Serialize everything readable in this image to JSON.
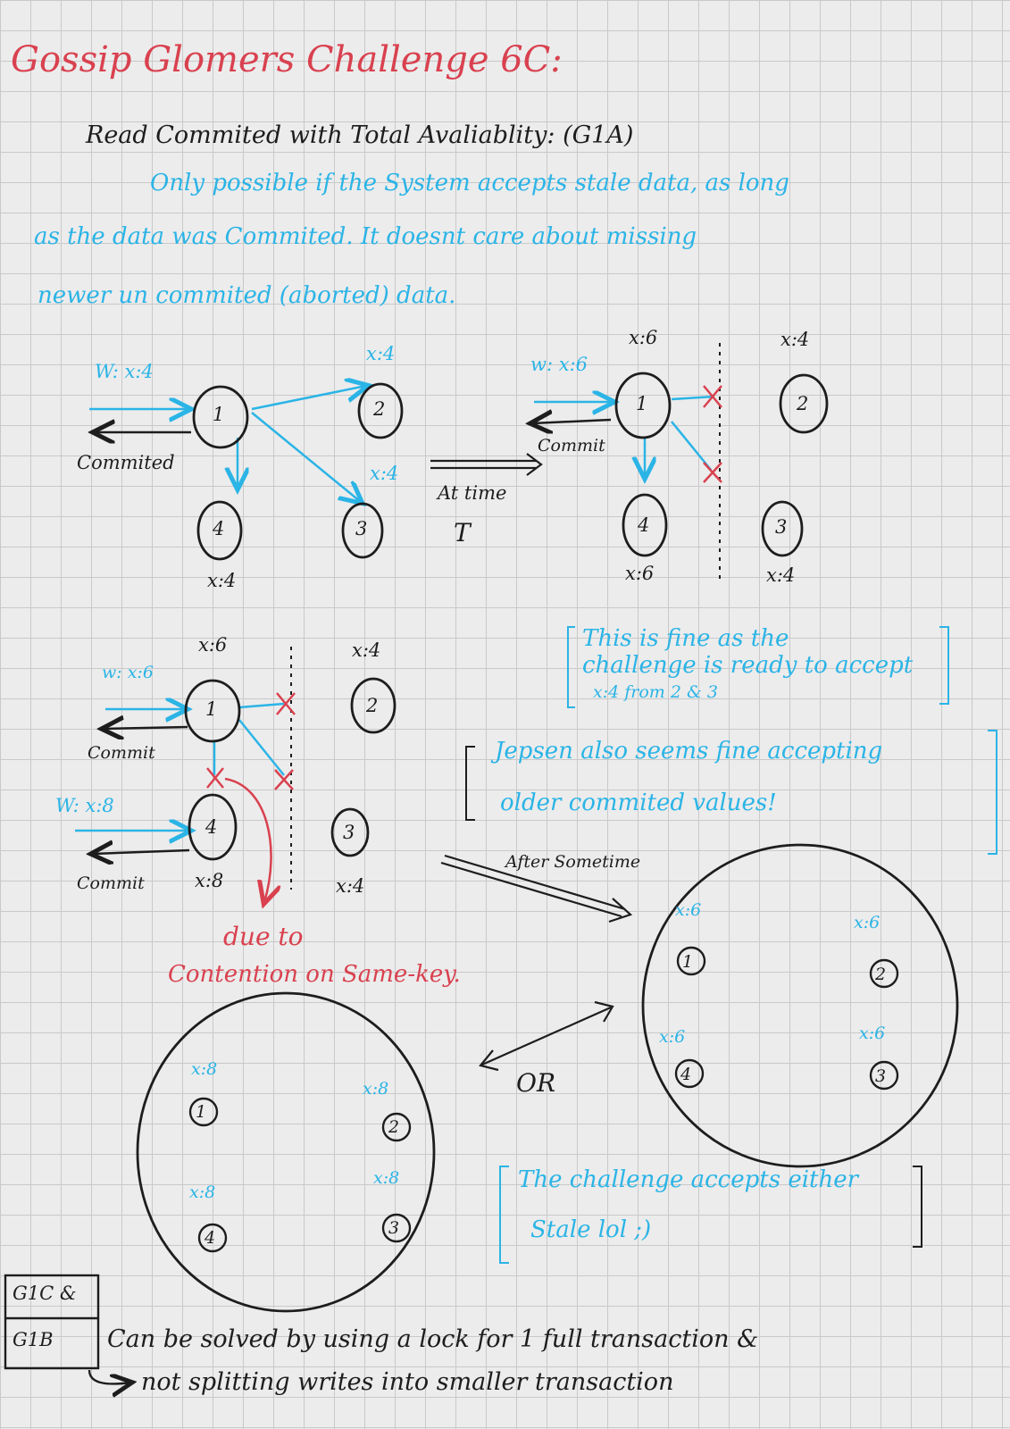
{
  "title": "Gossip Glomers Challenge 6C:",
  "subtitle": "Read Commited with Total Avaliablity: (G1A)",
  "description": {
    "line1": "Only possible if the System accepts stale data, as long",
    "line2": "as the data was Commited. It doesnt care about missing",
    "line3": "newer un commited (aborted) data."
  },
  "diagram1": {
    "write_label": "W: x:4",
    "ack_label": "Commited",
    "nodes": [
      "1",
      "2",
      "3",
      "4"
    ],
    "value_labels": [
      "x:4",
      "x:4",
      "x:4"
    ]
  },
  "transition1": {
    "line1": "At time",
    "line2": "T"
  },
  "diagram2": {
    "write_label": "w: x:6",
    "ack_label": "Commit",
    "nodes": [
      "1",
      "2",
      "3",
      "4"
    ],
    "value_labels": [
      "x:6",
      "x:4",
      "x:6",
      "x:4"
    ]
  },
  "note1": {
    "line1": "This is fine as the",
    "line2": "challenge is ready to accept",
    "line3": "x:4 from 2 & 3"
  },
  "note2": {
    "line1": "Jepsen also seems fine accepting",
    "line2": "older commited values!"
  },
  "diagram3": {
    "write1": "w: x:6",
    "ack1": "Commit",
    "write2": "W: x:8",
    "ack2": "Commit",
    "nodes": [
      "1",
      "2",
      "3",
      "4"
    ],
    "value_labels": [
      "x:6",
      "x:4",
      "x:8",
      "x:4"
    ],
    "conflict_note_1": "due to",
    "conflict_note_2": "Contention on Same-key."
  },
  "transition2": "After Sometime",
  "cluster_right": {
    "nodes": [
      "1",
      "2",
      "4",
      "3"
    ],
    "values": [
      "x:6",
      "x:6",
      "x:6",
      "x:6"
    ]
  },
  "cluster_left": {
    "nodes": [
      "1",
      "2",
      "4",
      "3"
    ],
    "values": [
      "x:8",
      "x:8",
      "x:8",
      "x:8"
    ]
  },
  "or_label": "OR",
  "note3": {
    "line1": "The challenge accepts either",
    "line2": "Stale lol ;)"
  },
  "footer": {
    "box_line1": "G1C &",
    "box_line2": "G1B",
    "line1": "Can be solved by using a lock for 1 full transaction &",
    "line2": "not splitting writes into smaller transaction"
  },
  "colors": {
    "red": "#d9414f",
    "blue": "#2bb4e6",
    "ink": "#1d1d1d",
    "grid": "#c9c9c9"
  }
}
